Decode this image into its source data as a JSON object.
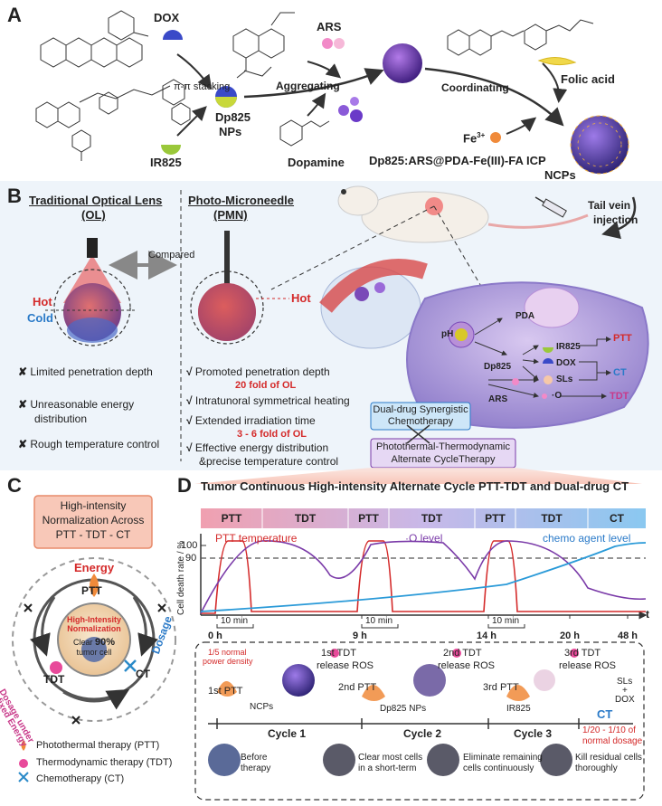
{
  "panelA": {
    "letter": "A",
    "dox": "DOX",
    "ir825": "IR825",
    "stacking": "π-π stacking",
    "dp825_line1": "Dp825",
    "dp825_line2": "NPs",
    "ars": "ARS",
    "aggregating": "Aggregating",
    "dopamine": "Dopamine",
    "coordinating": "Coordinating",
    "folic_acid": "Folic acid",
    "fe": "Fe",
    "fe_sup": "3+",
    "product_line1": "Dp825:ARS@PDA-Fe(III)-FA ICP",
    "product_line2": "NCPs"
  },
  "panelB": {
    "letter": "B",
    "ol_title_1": "Traditional Optical Lens",
    "ol_title_2": "(OL)",
    "pmn_title_1": "Photo-Microneedle",
    "pmn_title_2": "(PMN)",
    "compared": "Compared",
    "hot": "Hot",
    "cold": "Cold",
    "hot_right": "Hot",
    "tail_1": "Tail vein",
    "tail_2": "injection",
    "cons": [
      "Limited penetration depth",
      "Unreasonable energy",
      "distribution",
      "Rough temperature control"
    ],
    "pros": {
      "p1": "Promoted penetration depth",
      "p1_note": "20 fold of OL",
      "p2": "Intratunoral symmetrical heating",
      "p3": "Extended irradiation time",
      "p3_note": "3 - 6 fold of OL",
      "p4_1": "Effective energy distribution",
      "p4_2": "&precise temperature control"
    },
    "cell": {
      "ph": "pH",
      "pda": "PDA",
      "ir825": "IR825",
      "dox": "DOX",
      "dp825": "Dp825",
      "sls": "SLs",
      "ars": "ARS",
      "o2": "·O",
      "ptt": "PTT",
      "ct": "CT",
      "tdt": "TDT"
    },
    "dual_1": "Dual-drug Synergistic",
    "dual_2": "Chemotherapy",
    "alt_1": "Photothermal-Thermodynamic",
    "alt_2": "Alternate CycleTherapy"
  },
  "panelC": {
    "letter": "C",
    "box_1": "High-intensity",
    "box_2": "Normalization Across",
    "box_3": "PTT - TDT - CT",
    "energy": "Energy",
    "ptt": "PTT",
    "tdt": "TDT",
    "ct": "CT",
    "dosage": "Dosage",
    "dosage_under_1": "Dosage under",
    "dosage_under_2": "fixed Energy",
    "center_1": "High-Intensity",
    "center_2": "Normalization",
    "clear_1": "Clear",
    "clear_pct": "90%",
    "clear_2": "tumor cell",
    "legend": [
      "Photothermal therapy (PTT)",
      "Thermodynamic therapy (TDT)",
      "Chemotherapy (CT)"
    ]
  },
  "panelD": {
    "letter": "D",
    "title": "Tumor Continuous High-intensity Alternate Cycle PTT-TDT and Dual-drug CT",
    "bar": [
      "PTT",
      "TDT",
      "PTT",
      "TDT",
      "PTT",
      "TDT",
      "CT"
    ],
    "ylabel": "Cell death rate / %",
    "y100": "100",
    "y90": "90",
    "ptt_temp": "PTT temperature",
    "o2_level": "·O",
    "o2_level_2": " level",
    "chemo": "chemo agent level",
    "times": [
      "0 h",
      "9 h",
      "14 h",
      "20 h",
      "48 h"
    ],
    "t_axis": "t",
    "tenmin": [
      "10 min",
      "10 min",
      "10 min"
    ],
    "cycle_labels": [
      "Cycle 1",
      "Cycle 2",
      "Cycle 3"
    ],
    "low_power_1": "1/5 normal",
    "low_power_2": "power density",
    "tdt1": "1st TDT",
    "tdt2": "2nd TDT",
    "tdt3": "3rd TDT",
    "release": "release ROS",
    "ptt1": "1st PTT",
    "ptt2": "2nd PTT",
    "ptt3": "3rd PTT",
    "ncps": "NCPs",
    "dp825nps": "Dp825 NPs",
    "ir825": "IR825",
    "sls": "SLs",
    "plus": "+",
    "dox": "DOX",
    "ct": "CT",
    "dose_1": "1/20 - 1/10 of",
    "dose_2": "normal dosage",
    "stages": [
      "Before",
      "therapy",
      "Clear most cells",
      "in a short-term",
      "Eliminate remaining",
      "cells continuously",
      "Kill residual cells",
      "thoroughly"
    ]
  }
}
